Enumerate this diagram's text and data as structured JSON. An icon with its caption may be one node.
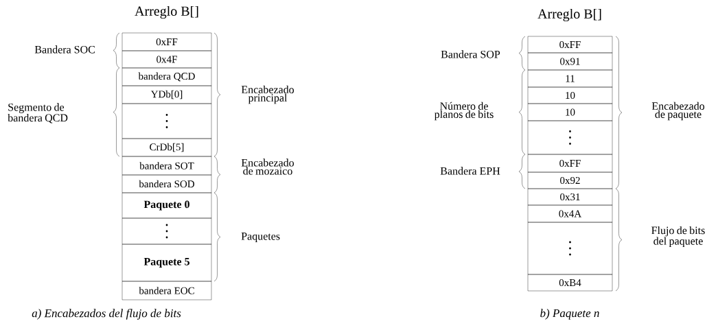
{
  "diagram": {
    "nodes": [
      {
        "text": [
          "0xFF"
        ]
      },
      {
        "text": [
          "0x4F"
        ]
      },
      {
        "text": [
          "bandera QCD"
        ]
      },
      {
        "text": [
          "YDb[0]"
        ]
      },
      {
        "text": [],
        "shape": "box"
      },
      {
        "text": [
          "CrDb[5]"
        ]
      },
      {
        "text": [
          "bandera SOT"
        ]
      },
      {
        "text": [
          "bandera SOD"
        ]
      },
      {
        "text": [
          "Paquete 0"
        ]
      },
      {
        "text": [],
        "shape": "box"
      },
      {
        "text": [
          "Paquete 5"
        ]
      },
      {
        "text": [
          "bandera EOC"
        ]
      },
      {
        "text": [
          "0xFF"
        ]
      },
      {
        "text": [
          "0x91"
        ]
      },
      {
        "text": [
          "11"
        ]
      },
      {
        "text": [
          "10"
        ]
      },
      {
        "text": [
          "10"
        ]
      },
      {
        "text": [],
        "shape": "box"
      },
      {
        "text": [
          "0xFF"
        ]
      },
      {
        "text": [
          "0x92"
        ]
      },
      {
        "text": [
          "0x31"
        ]
      },
      {
        "text": [
          "0x4A"
        ]
      },
      {
        "text": [],
        "shape": "box"
      },
      {
        "text": [
          "0xB4"
        ]
      }
    ],
    "labels": [
      "Arreglo B[]",
      "Bandera SOC",
      "Segmento de bandera QCD",
      "Encabezado principal",
      "Encabezado de mozaico",
      "Paquetes",
      "a) Encabezados del flujo de bits",
      "Arreglo B[]",
      "Bandera SOP",
      "Número de planos de bits",
      "Encabezado de paquete",
      "Bandera EPH",
      "Flujo de bits del paquete",
      "b) Paquete n"
    ]
  }
}
